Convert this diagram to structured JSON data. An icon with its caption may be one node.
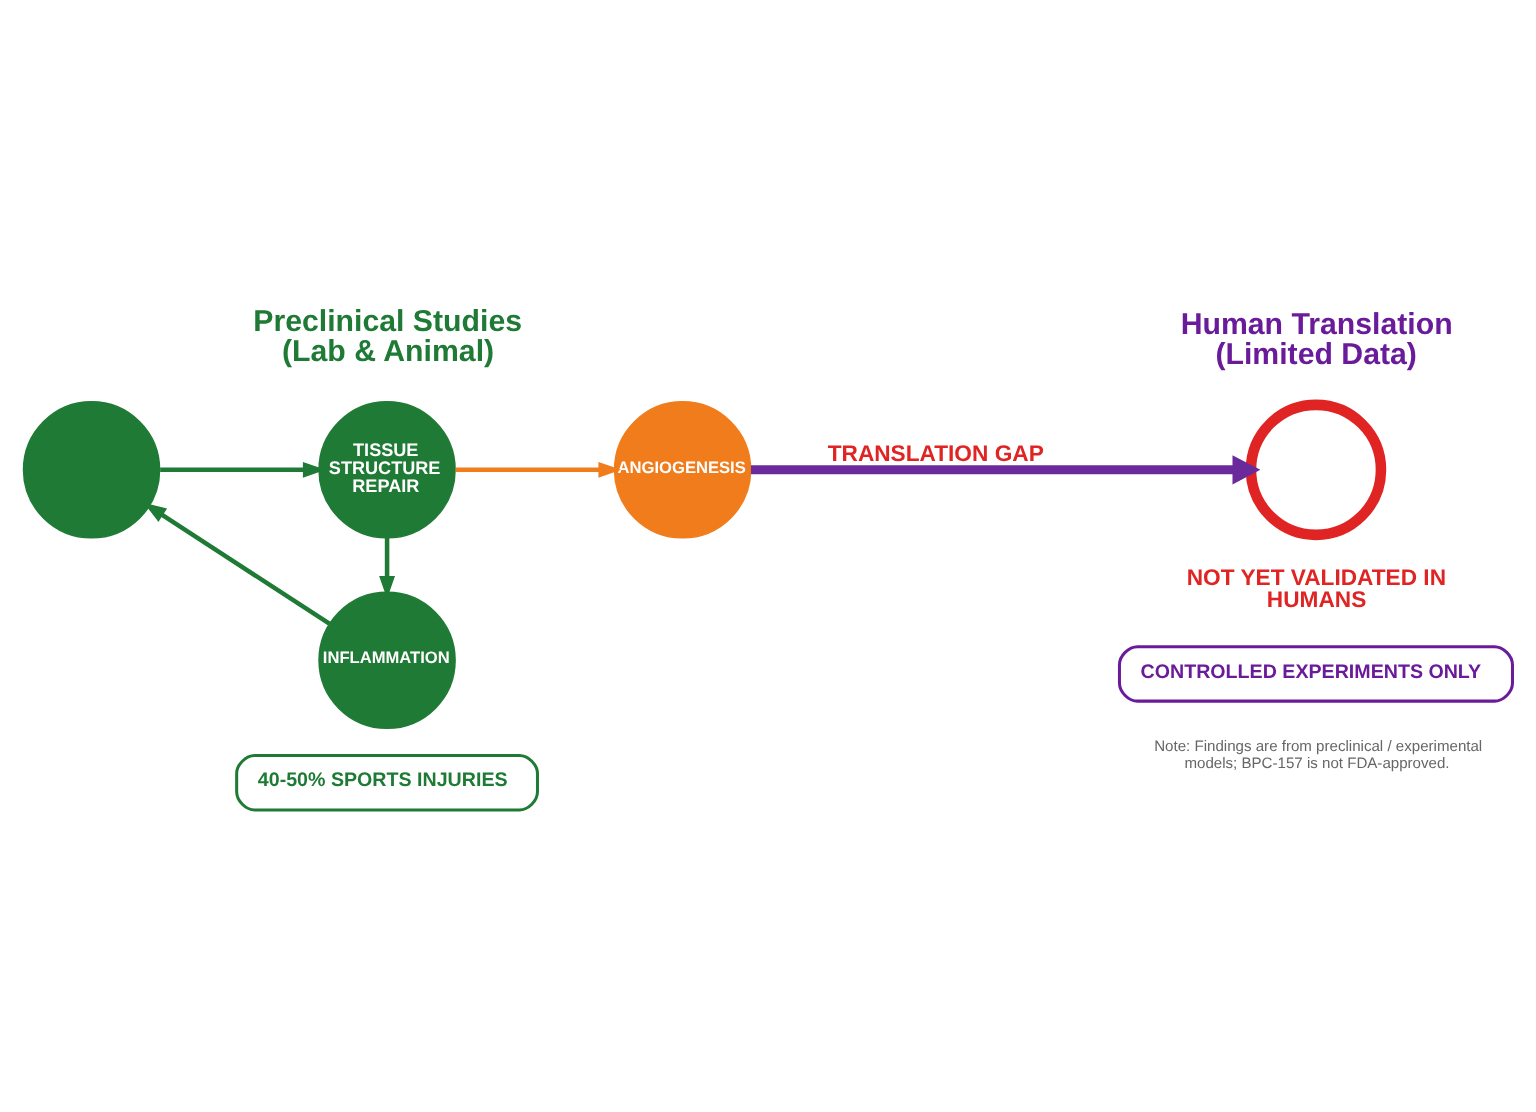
{
  "diagram": {
    "nodes": [
      {
        "text": [],
        "shape": "circle"
      },
      {
        "text": [
          "TISSUE STRUCTURE REPAIR"
        ]
      },
      {
        "text": [
          "ANGIOGENESIS"
        ]
      },
      {
        "text": [
          "INFLAMMATION"
        ]
      },
      {
        "text": [
          "40-50% SPORTS INJURIES"
        ]
      },
      {
        "text": [],
        "shape": "circle",
        "beside": [
          "NOT YET VALIDATED IN HUMANS"
        ]
      },
      {
        "text": [
          "CONTROLLED EXPERIMENTS ONLY"
        ]
      }
    ],
    "edges": [
      {
        "from": 0,
        "to": 1,
        "arrow": "to"
      },
      {
        "from": 1,
        "to": 2,
        "arrow": "to",
        "color": "#f07c1b"
      },
      {
        "from": 1,
        "to": 3,
        "arrow": "to"
      },
      {
        "from": 3,
        "to": 0,
        "arrow": "to"
      },
      {
        "from": 2,
        "to": 5,
        "label": "TRANSLATION GAP",
        "arrow": "to",
        "style": "thick",
        "color": "#6a2a9c"
      }
    ],
    "labels": [
      "Preclinical Studies (Lab & Animal)",
      "Human Translation (Limited Data)",
      "Note: Findings are from preclinical / experimental models; BPC-157 is not FDA-approved."
    ]
  }
}
